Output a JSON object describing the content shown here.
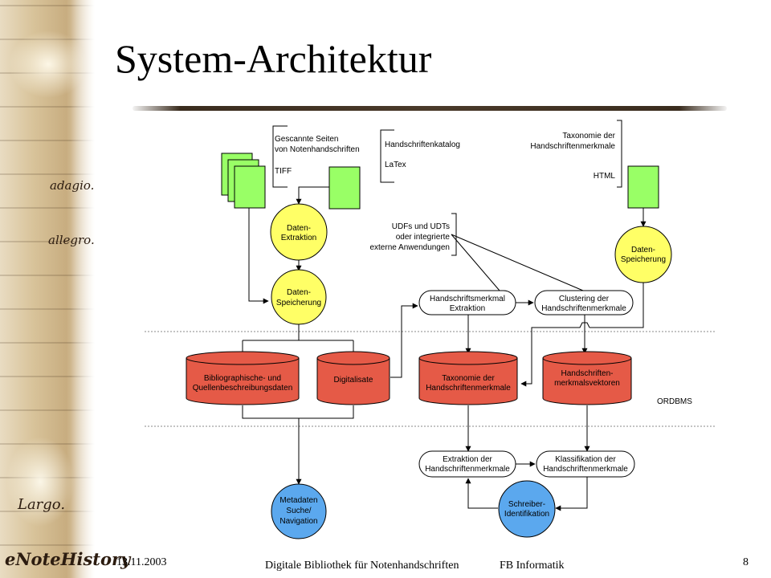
{
  "title": "System-Architektur",
  "sidebar": {
    "words": [
      "adagio.",
      "allegro.",
      "Largo."
    ],
    "brand": "eNoteHistory"
  },
  "diagram": {
    "annotations": {
      "scans": [
        "Gescannte Seiten",
        "von Notenhandschriften",
        "TIFF"
      ],
      "catalog": [
        "Handschriftenkatalog",
        "LaTex"
      ],
      "taxonomy": [
        "Taxonomie der",
        "Handschriftenmerkmale",
        "HTML"
      ],
      "udfs": [
        "UDFs und UDTs",
        "oder integrierte",
        "externe Anwendungen"
      ]
    },
    "circles": {
      "extraktion": [
        "Daten-",
        "Extraktion"
      ],
      "speicherung_left": [
        "Daten-",
        "Speicherung"
      ],
      "speicherung_right": [
        "Daten-",
        "Speicherung"
      ],
      "metadaten": [
        "Metadaten",
        "Suche/",
        "Navigation"
      ],
      "schreiber": [
        "Schreiber-",
        "Identifikation"
      ]
    },
    "processes": {
      "extraktion_merkmal": [
        "Handschriftsmerkmal",
        "Extraktion"
      ],
      "clustering": [
        "Clustering der",
        "Handschriftenmerkmale"
      ],
      "extraktion_der": [
        "Extraktion der",
        "Handschriftenmerkmale"
      ],
      "klassifikation": [
        "Klassifikation der",
        "Handschriftenmerkmale"
      ]
    },
    "databases": {
      "biblio": [
        "Bibliographische- und",
        "Quellenbeschreibungsdaten"
      ],
      "digitalisate": [
        "Digitalisate"
      ],
      "taxonomie": [
        "Taxonomie der",
        "Handschriftenmerkmale"
      ],
      "vektoren": [
        "Handschriften-",
        "merkmalsvektoren"
      ]
    },
    "ordbms": "ORDBMS"
  },
  "footer": {
    "date": "13.11.2003",
    "center": "Digitale Bibliothek für Notenhandschriften",
    "dept": "FB Informatik",
    "page": "8"
  },
  "colors": {
    "doc_green": "#99ff66",
    "circle_yellow": "#ffff66",
    "circle_blue": "#5ba8ee",
    "db_red": "#e55a47"
  }
}
